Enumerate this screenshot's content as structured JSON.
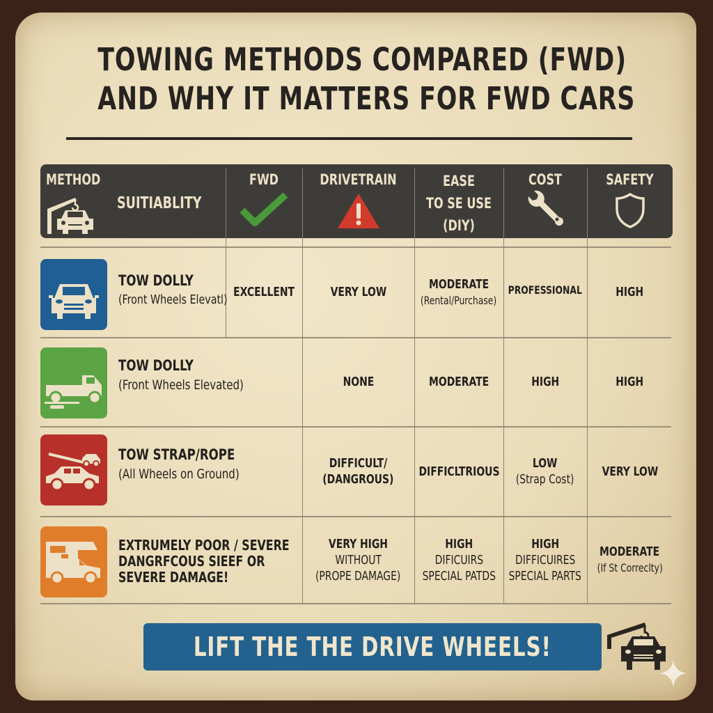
{
  "colors": {
    "background": "#3b2219",
    "paper": "#ecdfbf",
    "header_bar": "#3e3c39",
    "header_text": "#ece1c6",
    "body_text": "#221f1c",
    "check_green": "#4a9a3a",
    "warning_red": "#d23a2c",
    "banner_blue": "#23628f",
    "row_icon_blue": "#1f5f93",
    "row_icon_green": "#5aa444",
    "row_icon_red": "#b8302a",
    "row_icon_orange": "#e07d2a"
  },
  "title": {
    "line1": "TOWING METHODS COMPARED (FWD)",
    "line2": "AND WHY IT MATTERS FOR FWD CARS"
  },
  "header": {
    "method": {
      "label": "METHOD",
      "icon": "tow-truck-crane-car-icon"
    },
    "suitability": {
      "label": "SUITIABLITY"
    },
    "fwd": {
      "label": "FWD",
      "icon": "checkmark-icon"
    },
    "drivetrain": {
      "label": "DRIVETRAIN",
      "icon": "warning-triangle-icon"
    },
    "ease": {
      "line1": "EASE",
      "line2": "TO SE USE",
      "line3": "(DIY)"
    },
    "cost": {
      "label": "COST",
      "icon": "wrench-icon"
    },
    "safety": {
      "label": "SAFETY",
      "icon": "shield-icon"
    }
  },
  "rows": [
    {
      "icon": "car-front-icon",
      "icon_color": "#1f5f93",
      "name": "TOW DOLLY",
      "sub": "(Front Wheels Elevatl)",
      "fwd": "EXCELLENT",
      "drivetrain": [
        "VERY LOW"
      ],
      "ease": [
        "MODERATE",
        "(Rental/Purchase)"
      ],
      "cost": [
        "PROFESSIONAL"
      ],
      "safety": [
        "HIGH"
      ]
    },
    {
      "icon": "flatbed-truck-icon",
      "icon_color": "#5aa444",
      "name": "TOW DOLLY",
      "sub": "(Front Wheels Elevated)",
      "drivetrain": [
        "NONE"
      ],
      "ease": [
        "MODERATE"
      ],
      "cost": [
        "HIGH"
      ],
      "safety": [
        "HIGH"
      ]
    },
    {
      "icon": "tow-strap-car-icon",
      "icon_color": "#b8302a",
      "name": "TOW STRAP/ROPE",
      "sub": "(All Wheels on Ground)",
      "drivetrain": [
        "DIFFICULT/",
        "(DANGROUS)"
      ],
      "ease": [
        "DIFFICLTRIOUS"
      ],
      "cost": [
        "LOW",
        "(Strap Cost)"
      ],
      "safety": [
        "VERY LOW"
      ]
    },
    {
      "icon": "rv-camper-icon",
      "icon_color": "#e07d2a",
      "name_lines": [
        "EXTRUMELY POOR / SEVERE",
        "DANGRFCOUS SIEEF OR",
        "SEVERE DAMAGE!"
      ],
      "drivetrain": [
        "VERY HIGH",
        "WITHOUT",
        "(PROPE DAMAGE)"
      ],
      "ease": [
        "HIGH",
        "DIFICUIRS",
        "SPECIAL PATDS"
      ],
      "cost": [
        "HIGH",
        "DIFFICUIRES",
        "SPECIAL PARTS"
      ],
      "safety": [
        "MODERATE",
        "(If St Correclty)"
      ]
    }
  ],
  "banner": {
    "text": "LIFT THE THE DRIVE WHEELS!",
    "icon": "tow-truck-crane-car-icon"
  }
}
